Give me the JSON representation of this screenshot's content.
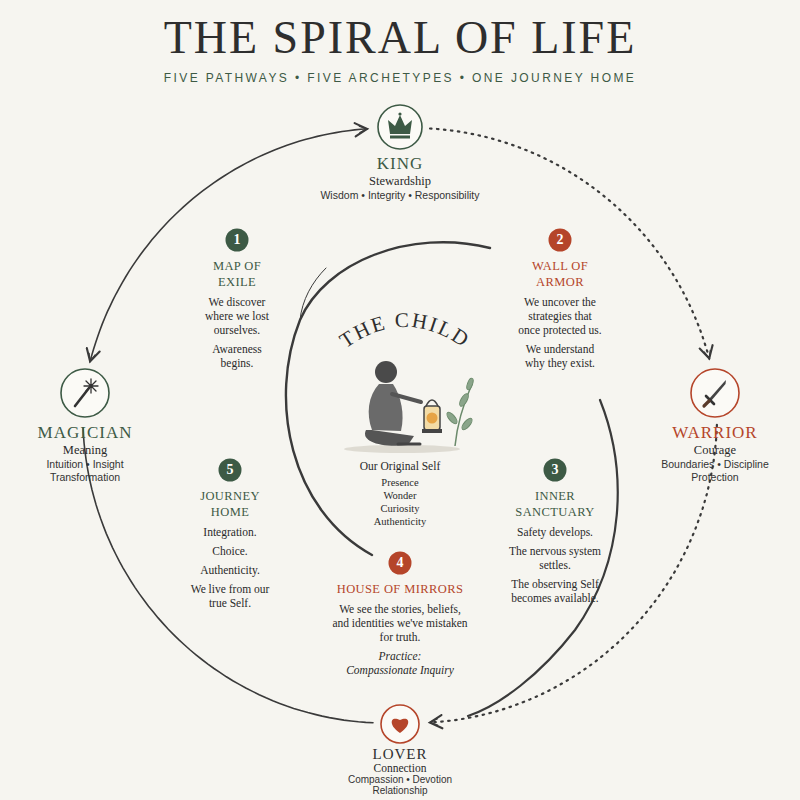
{
  "diagram": {
    "title": "THE SPIRAL OF LIFE",
    "nodes": [
      {
        "text": [
          "KING",
          "Stewardship",
          "Wisdom • Integrity • Responsibility"
        ]
      },
      {
        "text": [
          "1",
          "MAP OF EXILE",
          "We discover where we lost ourselves.",
          "Awareness begins."
        ]
      },
      {
        "text": [
          "2",
          "WALL OF ARMOR",
          "We uncover the strategies that once protected us.",
          "We understand why they exist."
        ]
      },
      {
        "text": [
          "MAGICIAN",
          "Meaning",
          "Intuition • Insight Transformation"
        ]
      },
      {
        "text": [
          "WARRIOR",
          "Courage",
          "Boundaries • Discipline Protection"
        ]
      },
      {
        "text": [
          "5",
          "JOURNEY HOME",
          "Integration.",
          "Choice.",
          "Authenticity.",
          "We live from our true Self."
        ]
      },
      {
        "text": [
          "3",
          "INNER SANCTUARY",
          "Safety develops.",
          "The nervous system settles.",
          "The observing Self becomes available."
        ]
      },
      {
        "text": [
          "4",
          "HOUSE OF MIRRORS",
          "We see the stories, beliefs, and identities we've mistaken for truth.",
          "Practice: Compassionate Inquiry"
        ]
      },
      {
        "text": [
          "LOVER",
          "Connection",
          "Compassion • Devotion Relationship"
        ]
      }
    ],
    "edges": [
      {
        "from": 0,
        "to": 4,
        "arrow": "to"
      },
      {
        "from": 4,
        "to": 8,
        "arrow": "to"
      },
      {
        "from": 8,
        "to": 3,
        "arrow": "none"
      },
      {
        "from": 3,
        "to": 0,
        "arrow": "both"
      }
    ],
    "labels": [
      "FIVE PATHWAYS • FIVE ARCHETYPES • ONE JOURNEY HOME",
      "THE CHILD",
      "Our Original Self",
      "Presence",
      "Wonder",
      "Curiosity",
      "Authenticity"
    ]
  }
}
